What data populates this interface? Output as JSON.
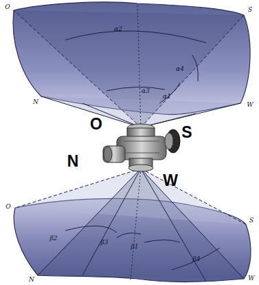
{
  "diagram": {
    "labels": [
      "O",
      "S",
      "α2",
      "α4",
      "α3",
      "N",
      "α1",
      "W",
      "O",
      "S",
      "N",
      "W",
      "O",
      "S",
      "β2",
      "β3",
      "β1",
      "β4",
      "N",
      "W"
    ]
  }
}
